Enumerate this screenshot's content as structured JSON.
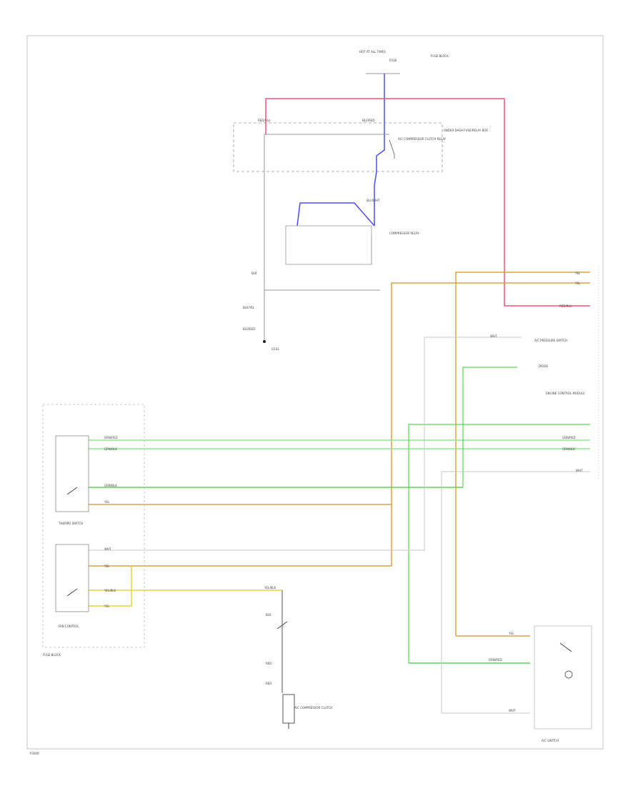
{
  "wire_colors": {
    "pink": "#ff4f7a",
    "blue": "#4b4bff",
    "orange": "#d9a441",
    "yellow": "#e6d23c",
    "green": "#53d953",
    "lightgreen": "#8fe88f",
    "gray": "#999999",
    "lightgray": "#c8c8c8",
    "black": "#222222"
  },
  "labels": {
    "hot_at_all_times": "HOT AT ALL TIMES",
    "fuse_block": "FUSE BLOCK",
    "fuse": "FUSE",
    "blu_red": "BLU/RED",
    "red_blu": "RED/BLU",
    "blk": "BLK",
    "blk_yel": "BLK/YEL",
    "blu_wht": "BLU/WHT",
    "compressor_clutch_relay": "A/C COMPRESSOR CLUTCH RELAY",
    "underdash_fuse_relay_box": "UNDER-DASH FUSE/RELAY BOX",
    "compressor_relay_cluster": "COMPRESSOR RELAY",
    "ground_g101": "G101",
    "grn_red": "GRN/RED",
    "grn_blk": "GRN/BLK",
    "yel_blk": "YEL/BLK",
    "red": "RED",
    "wht": "WHT",
    "yel": "YEL",
    "thermo_switch": "THERMO SWITCH",
    "ac_pressure_switch": "A/C PRESSURE SWITCH",
    "ac_compressor_clutch": "A/C COMPRESSOR CLUTCH",
    "engine_control_module": "ENGINE CONTROL MODULE",
    "ac_switch": "A/C SWITCH",
    "diode": "DIODE",
    "fan_control": "FAN CONTROL",
    "footer_code": "F0000"
  }
}
